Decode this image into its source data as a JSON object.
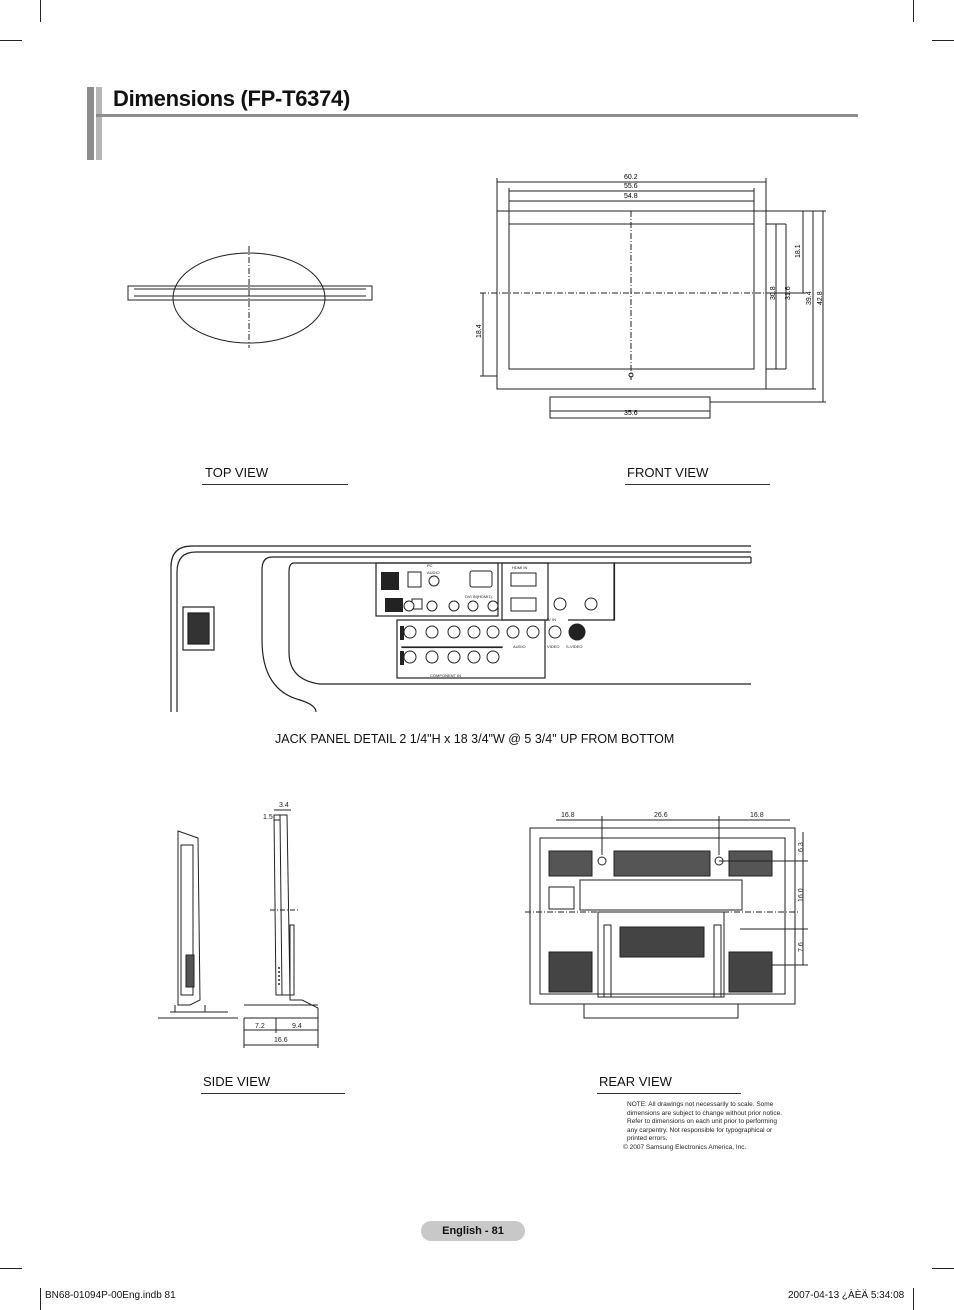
{
  "page": {
    "title": "Dimensions (FP-T6374)",
    "footer_label": "English - 81",
    "footer_file": "BN68-01094P-00Eng.indb   81",
    "footer_timestamp": "2007-04-13   ¿ÀÈÄ 5:34:08"
  },
  "views": {
    "top_label": "TOP VIEW",
    "front_label": "FRONT VIEW",
    "side_label": "SIDE VIEW",
    "rear_label": "REAR VIEW",
    "jack_caption": "JACK PANEL DETAIL 2 1/4\"H x 18 3/4\"W @ 5 3/4\" UP FROM BOTTOM"
  },
  "front_dims": {
    "w_overall": "60.2",
    "w_bezel": "55.6",
    "w_screen": "54.8",
    "h_center": "18.1",
    "h_screen": "30.8",
    "h_bezel": "31.6",
    "h_panel": "39.4",
    "h_overall": "42.8",
    "h_left": "18.4",
    "stand_w": "35.6"
  },
  "side_dims": {
    "d_top": "3.4",
    "d_top2": "1.5",
    "d_a": "7.2",
    "d_b": "9.4",
    "d_base": "16.6"
  },
  "rear_dims": {
    "w_left": "16.8",
    "w_mid": "26.6",
    "w_right": "16.8",
    "h_top": "6.3",
    "h_mid": "16.0",
    "h_bot": "7.6",
    "brand": "SAMSUNG"
  },
  "jack_labels": {
    "hdmi_in": "HDMI IN",
    "pc": "PC",
    "audio": "AUDIO",
    "dvi": "DVI IN(HDMI1)",
    "component": "COMPONENT IN",
    "video": "VIDEO",
    "svideo": "S-VIDEO",
    "audio_lr": "AUDIO",
    "av": "AV IN"
  },
  "note": {
    "lines": [
      "NOTE:  All drawings not necessarily to scale.  Some",
      "dimensions are subject to change without prior notice.",
      "Refer to dimensions on each unit prior to performing",
      "any carpentry.  Not responsible for typographical or",
      "printed errors."
    ],
    "copyright": "2007 Samsung Electronics America, Inc."
  }
}
